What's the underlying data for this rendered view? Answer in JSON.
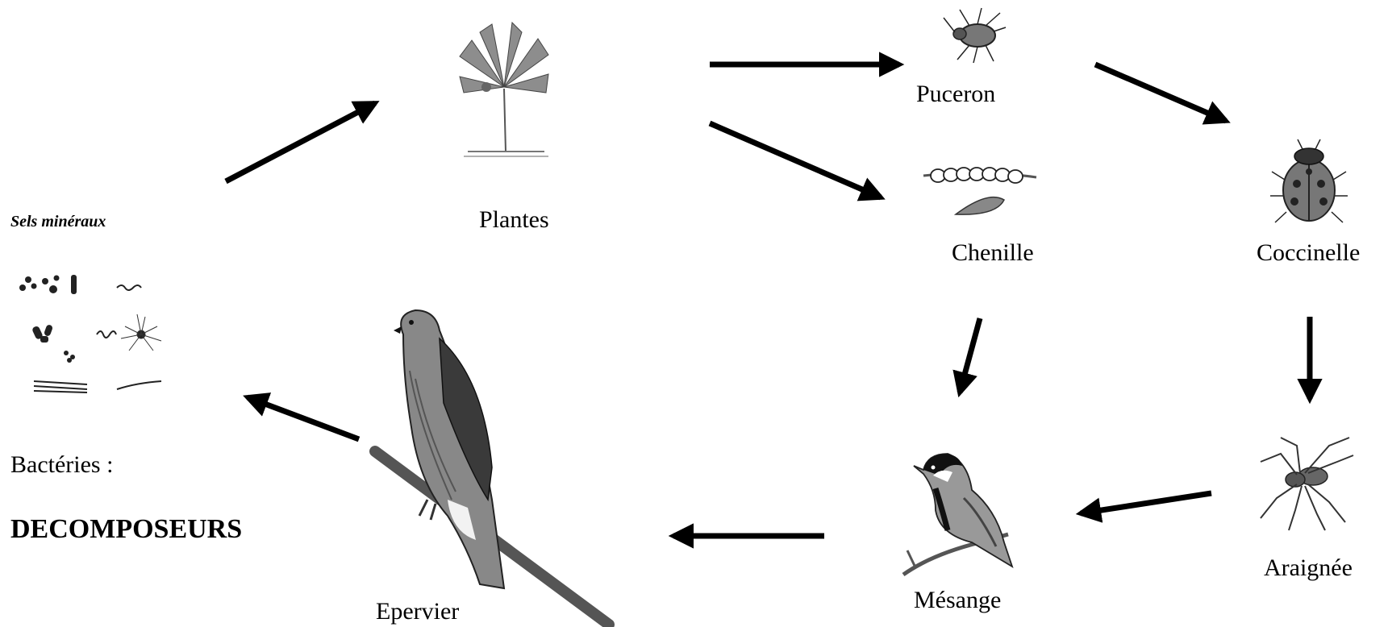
{
  "diagram": {
    "nodes": {
      "sels": "Sels minéraux",
      "plantes": "Plantes",
      "puceron": "Puceron",
      "chenille": "Chenille",
      "coccinelle": "Coccinelle",
      "araignee": "Araignée",
      "mesange": "Mésange",
      "epervier": "Epervier",
      "bacteries": "Bactéries :",
      "decomposeurs": "DECOMPOSEURS"
    },
    "icons": [
      "plant-icon",
      "aphid-icon",
      "caterpillar-icon",
      "ladybug-icon",
      "spider-icon",
      "tit-bird-icon",
      "hawk-icon",
      "bacteria-icon"
    ],
    "edges": [
      {
        "from": "sels",
        "to": "plantes"
      },
      {
        "from": "plantes",
        "to": "puceron"
      },
      {
        "from": "plantes",
        "to": "chenille"
      },
      {
        "from": "puceron",
        "to": "coccinelle"
      },
      {
        "from": "coccinelle",
        "to": "araignee"
      },
      {
        "from": "chenille",
        "to": "mesange"
      },
      {
        "from": "araignee",
        "to": "mesange"
      },
      {
        "from": "mesange",
        "to": "epervier"
      },
      {
        "from": "epervier",
        "to": "bacteries"
      }
    ],
    "colors": {
      "ink": "#000000",
      "background": "#ffffff"
    }
  }
}
